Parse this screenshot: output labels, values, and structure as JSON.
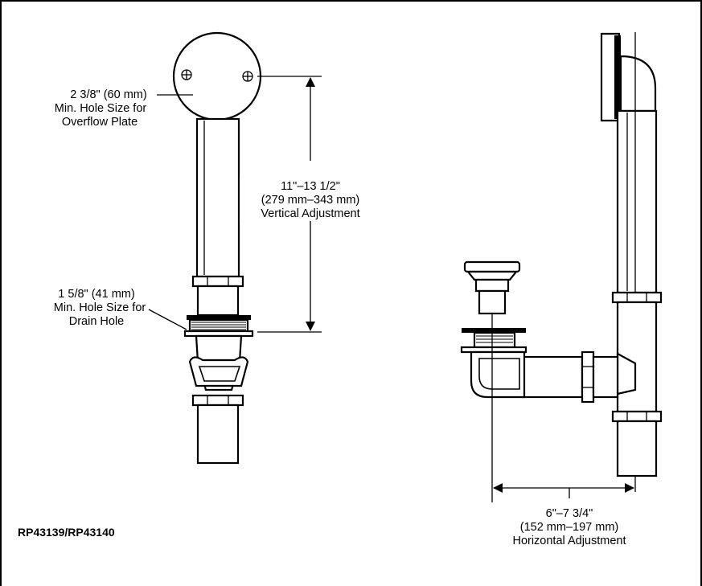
{
  "overflow_label": [
    "2 3/8\" (60 mm)",
    "Min. Hole Size for",
    "Overflow Plate"
  ],
  "vertical_label": [
    "11\"–13 1/2\"",
    "(279 mm–343 mm)",
    "Vertical Adjustment"
  ],
  "drain_label": [
    "1 5/8\" (41 mm)",
    "Min. Hole Size for",
    "Drain Hole"
  ],
  "horizontal_label": [
    "6\"–7 3/4\"",
    "(152 mm–197 mm)",
    "Horizontal Adjustment"
  ],
  "model_number": "RP43139/RP43140"
}
